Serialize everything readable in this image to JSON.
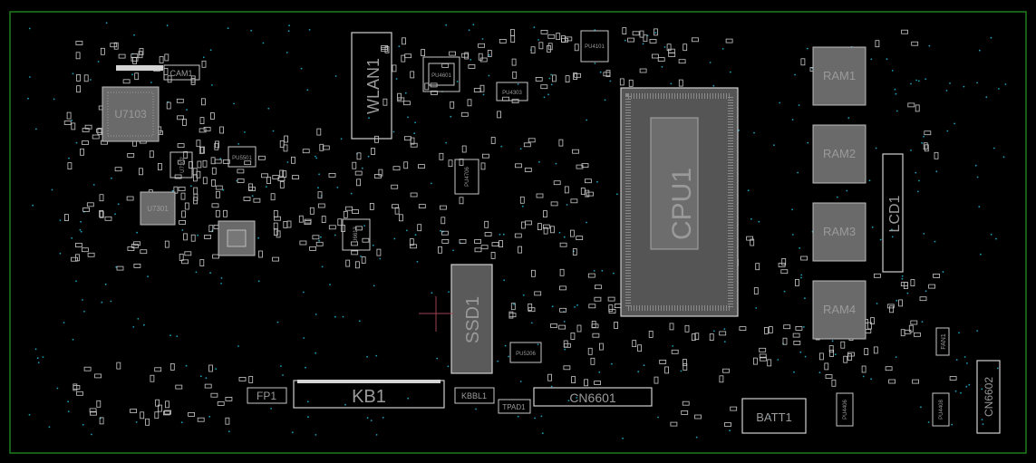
{
  "colors": {
    "background": "#000000",
    "board_outline": "#1f7a1f",
    "component_outline": "#c8c8c8",
    "via": "#1aa0b8",
    "label": "#a6a6a6",
    "crosshair": "#a04050"
  },
  "designators": {
    "cam1": "CAM1",
    "u7103": "U7103",
    "u7301": "U7301",
    "u7102": "U7102",
    "pu5501": "PU5501",
    "wlan1": "WLAN1",
    "pu4601": "PU4601",
    "pu4303": "PU4303",
    "pu4101": "PU4101",
    "pu4706": "PU4706",
    "u6613": "U6613",
    "cpu1": "CPU1",
    "ram1": "RAM1",
    "ram2": "RAM2",
    "ram3": "RAM3",
    "ram4": "RAM4",
    "lcd1": "LCD1",
    "ssd1": "SSD1",
    "pu5206": "PU5206",
    "kb1": "KB1",
    "fp1": "FP1",
    "kbbl1": "KBBL1",
    "tpad1": "TPAD1",
    "cn6601": "CN6601",
    "batt1": "BATT1",
    "pu4406": "PU4406",
    "pu4408": "PU4408",
    "fan1": "FAN1",
    "cn6602": "CN6602"
  }
}
